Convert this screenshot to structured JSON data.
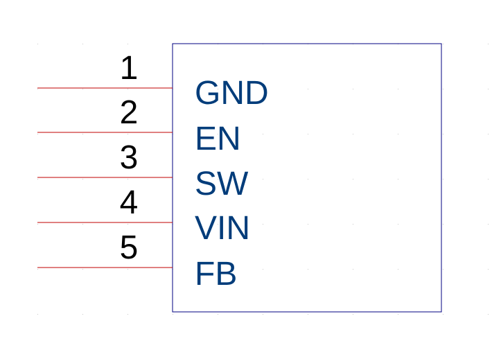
{
  "component": {
    "pins": [
      {
        "number": "1",
        "name": "GND"
      },
      {
        "number": "2",
        "name": "EN"
      },
      {
        "number": "3",
        "name": "SW"
      },
      {
        "number": "4",
        "name": "VIN"
      },
      {
        "number": "5",
        "name": "FB"
      }
    ]
  },
  "colors": {
    "background": "#ffffff",
    "body_outline": "#000080",
    "pin_line": "#c00000",
    "pin_number": "#000000",
    "pin_name": "#003c7a",
    "grid_dot": "#c8c8c8"
  }
}
